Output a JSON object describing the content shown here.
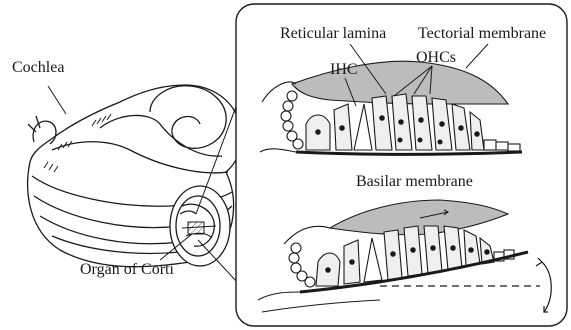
{
  "labels": {
    "cochlea": "Cochlea",
    "organ_of_corti": "Organ of Corti",
    "reticular_lamina": "Reticular lamina",
    "tectorial_membrane": "Tectorial membrane",
    "ihc": "IHC",
    "ohcs": "OHCs",
    "basilar_membrane": "Basilar membrane"
  },
  "colors": {
    "ink": "#1a1a1a",
    "membrane_fill": "#b9b9b9",
    "cell_fill": "#efefef"
  }
}
